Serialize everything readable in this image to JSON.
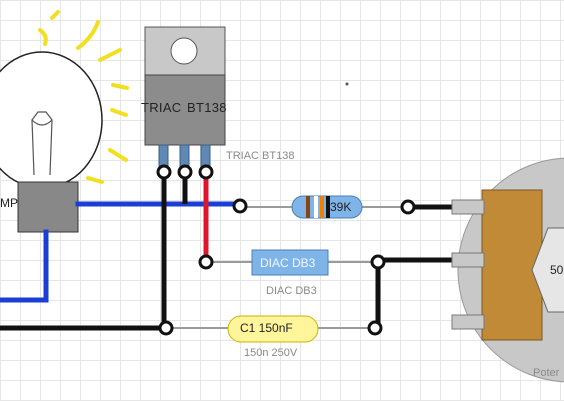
{
  "lamp": {
    "label": "MP"
  },
  "triac": {
    "body_text_left": "TRIAC",
    "body_text_right": "BT138",
    "caption": "TRIAC BT138"
  },
  "resistor": {
    "value": "39K"
  },
  "diac": {
    "body_text": "DIAC DB3",
    "caption": "DIAC DB3"
  },
  "capacitor": {
    "body_text": "C1 150nF",
    "caption": "150n 250V"
  },
  "potentiometer": {
    "knob_text": "50",
    "caption": "Poter"
  },
  "colors": {
    "wire_blue": "#1a3fd6",
    "wire_red": "#e0142b",
    "wire_black": "#111111",
    "lead_gray": "#9a9a9a",
    "glow_yellow": "#f2e020"
  }
}
